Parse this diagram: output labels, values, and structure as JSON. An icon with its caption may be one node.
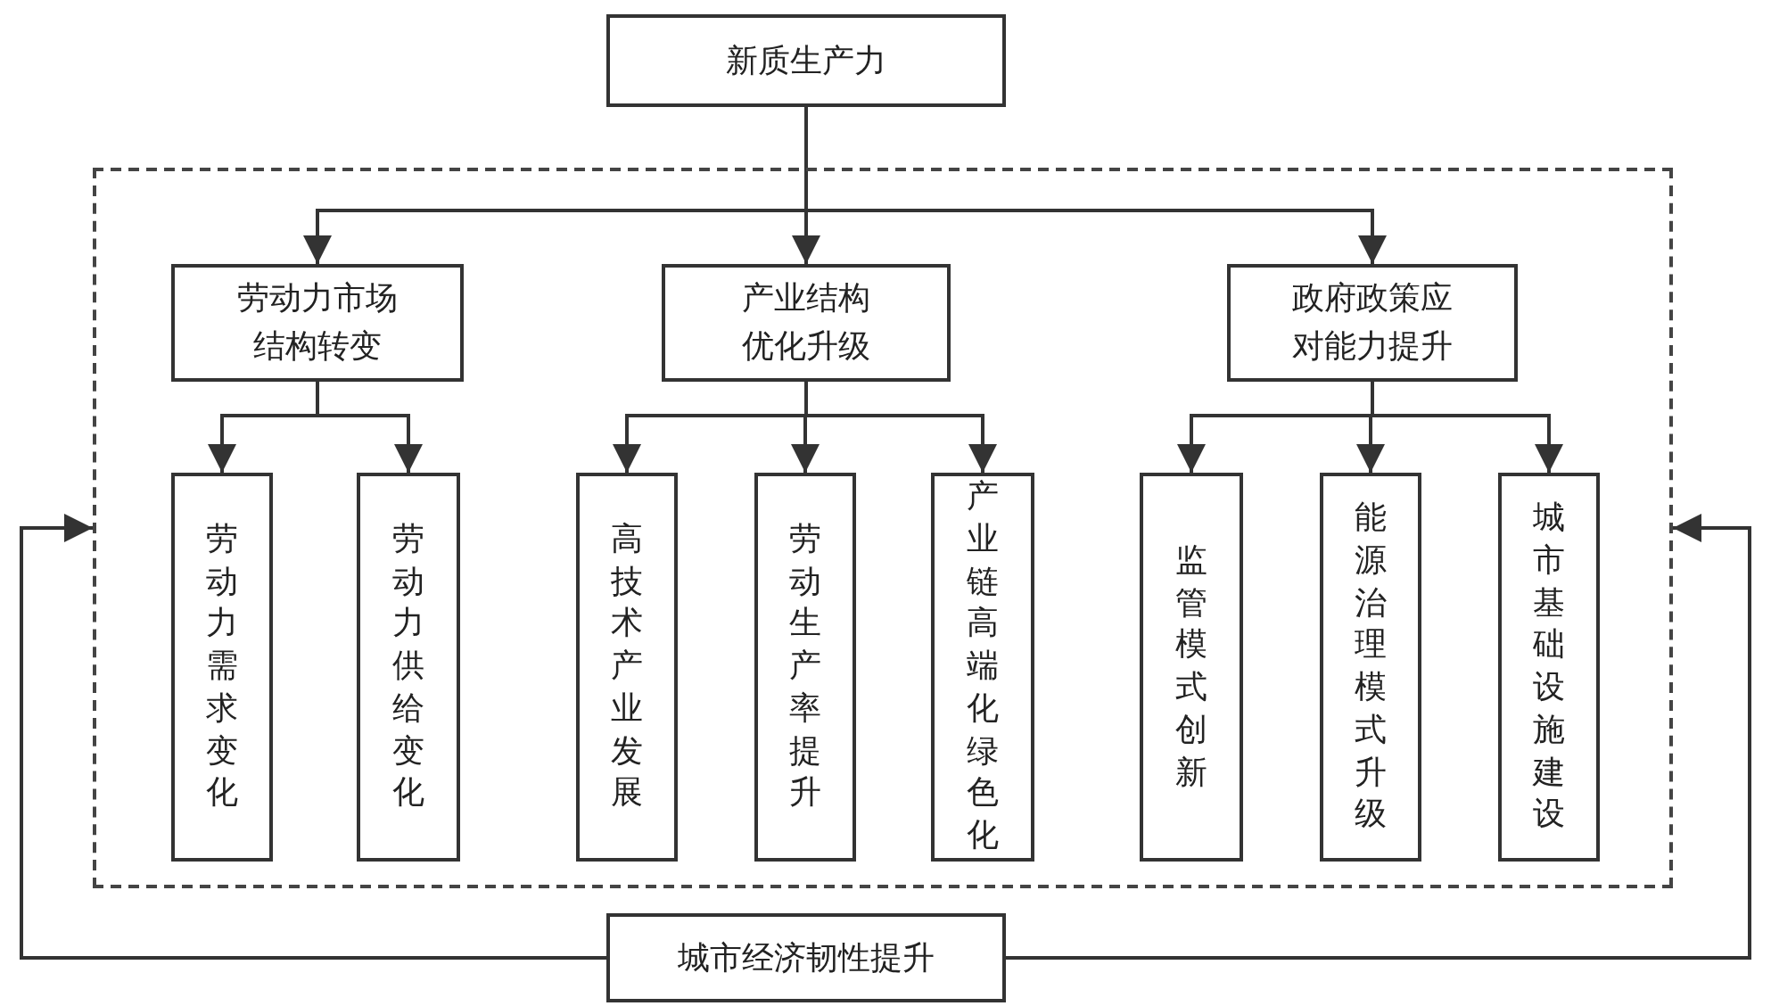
{
  "diagram": {
    "nodes": [
      {
        "text": [
          "新质生产力"
        ]
      },
      {
        "text": [],
        "shape": "box"
      },
      {
        "text": [
          "劳动力市场结构转变"
        ],
        "in": 1
      },
      {
        "text": [
          "产业结构优化升级"
        ],
        "in": 1
      },
      {
        "text": [
          "政府政策应对能力提升"
        ],
        "in": 1
      },
      {
        "text": [
          "劳动力需求变化"
        ],
        "in": 1
      },
      {
        "text": [
          "劳动力供给变化"
        ],
        "in": 1
      },
      {
        "text": [
          "高技术产业发展"
        ],
        "in": 1
      },
      {
        "text": [
          "劳动生产率提升"
        ],
        "in": 1
      },
      {
        "text": [
          "产业链高端化绿色化"
        ],
        "in": 1
      },
      {
        "text": [
          "监管模式创新"
        ],
        "in": 1
      },
      {
        "text": [
          "能源治理模式升级"
        ],
        "in": 1
      },
      {
        "text": [
          "城市基础设施建设"
        ],
        "in": 1
      },
      {
        "text": [
          "城市经济韧性提升"
        ]
      }
    ],
    "edges": [
      {
        "from": 0,
        "to": 2,
        "arrow": "to"
      },
      {
        "from": 0,
        "to": 3,
        "arrow": "to"
      },
      {
        "from": 0,
        "to": 4,
        "arrow": "to"
      },
      {
        "from": 2,
        "to": 5,
        "arrow": "to"
      },
      {
        "from": 2,
        "to": 6,
        "arrow": "to"
      },
      {
        "from": 3,
        "to": 7,
        "arrow": "to"
      },
      {
        "from": 3,
        "to": 8,
        "arrow": "to"
      },
      {
        "from": 3,
        "to": 9,
        "arrow": "to"
      },
      {
        "from": 4,
        "to": 10,
        "arrow": "to"
      },
      {
        "from": 4,
        "to": 11,
        "arrow": "to"
      },
      {
        "from": 4,
        "to": 12,
        "arrow": "to"
      },
      {
        "from": 13,
        "to": 1,
        "arrow": "to"
      },
      {
        "from": 13,
        "to": 1,
        "arrow": "to"
      }
    ]
  }
}
